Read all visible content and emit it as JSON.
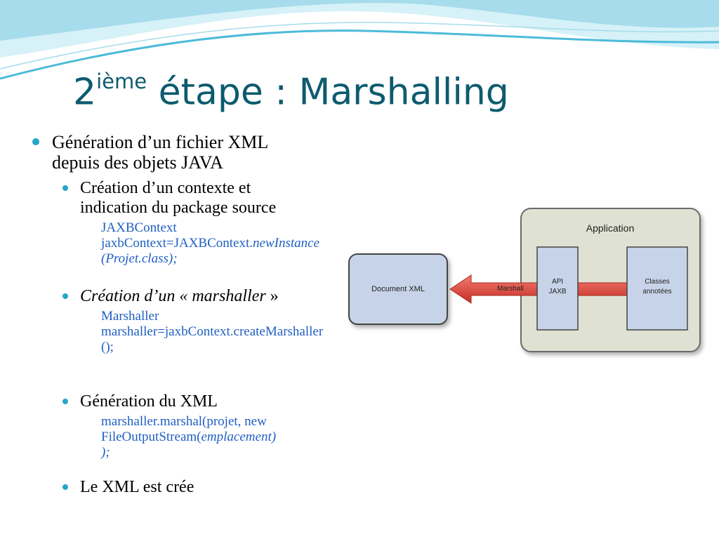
{
  "title": {
    "base": "2",
    "superscript": "ième",
    "rest": " étape : Marshalling"
  },
  "bullets": {
    "b1": {
      "line1": "Génération d’un fichier XML",
      "line2": "depuis des objets JAVA"
    },
    "b2": {
      "line1": "Création d’un contexte et",
      "line2": "indication du package source",
      "code": [
        "JAXBContext",
        "jaxbContext=JAXBContext.",
        "newInstance(Projet.class);"
      ]
    },
    "b3": {
      "label_italic": "Création d’un « marshaller",
      "label_tail": " »",
      "code": [
        "Marshaller",
        "marshaller=jaxbContext.createMarshaller();"
      ]
    },
    "b4": {
      "label": "Génération du XML",
      "code": [
        "marshaller.marshal(projet, new",
        "FileOutputStream(",
        "emplacement)",
        ");"
      ]
    },
    "b5": {
      "label": "Le XML est crée"
    }
  },
  "diagram": {
    "application_label": "Application",
    "document_label": "Document XML",
    "arrow_label": "Marshall",
    "api_label": [
      "API",
      "JAXB"
    ],
    "classes_label": [
      "Classes",
      "annotées"
    ]
  },
  "colors": {
    "title": "#0d5b6e",
    "text": "#000000",
    "code": "#1f5fc2",
    "bullet": "#24a6c8",
    "wave_light": "#d6f1f8",
    "wave_mid": "#a6dcec",
    "wave_dark": "#4cbbd8",
    "box_fill": "#c6d3e8",
    "box_stroke": "#444444",
    "app_fill": "#dfe2d2",
    "arrow": "#e8493f"
  }
}
